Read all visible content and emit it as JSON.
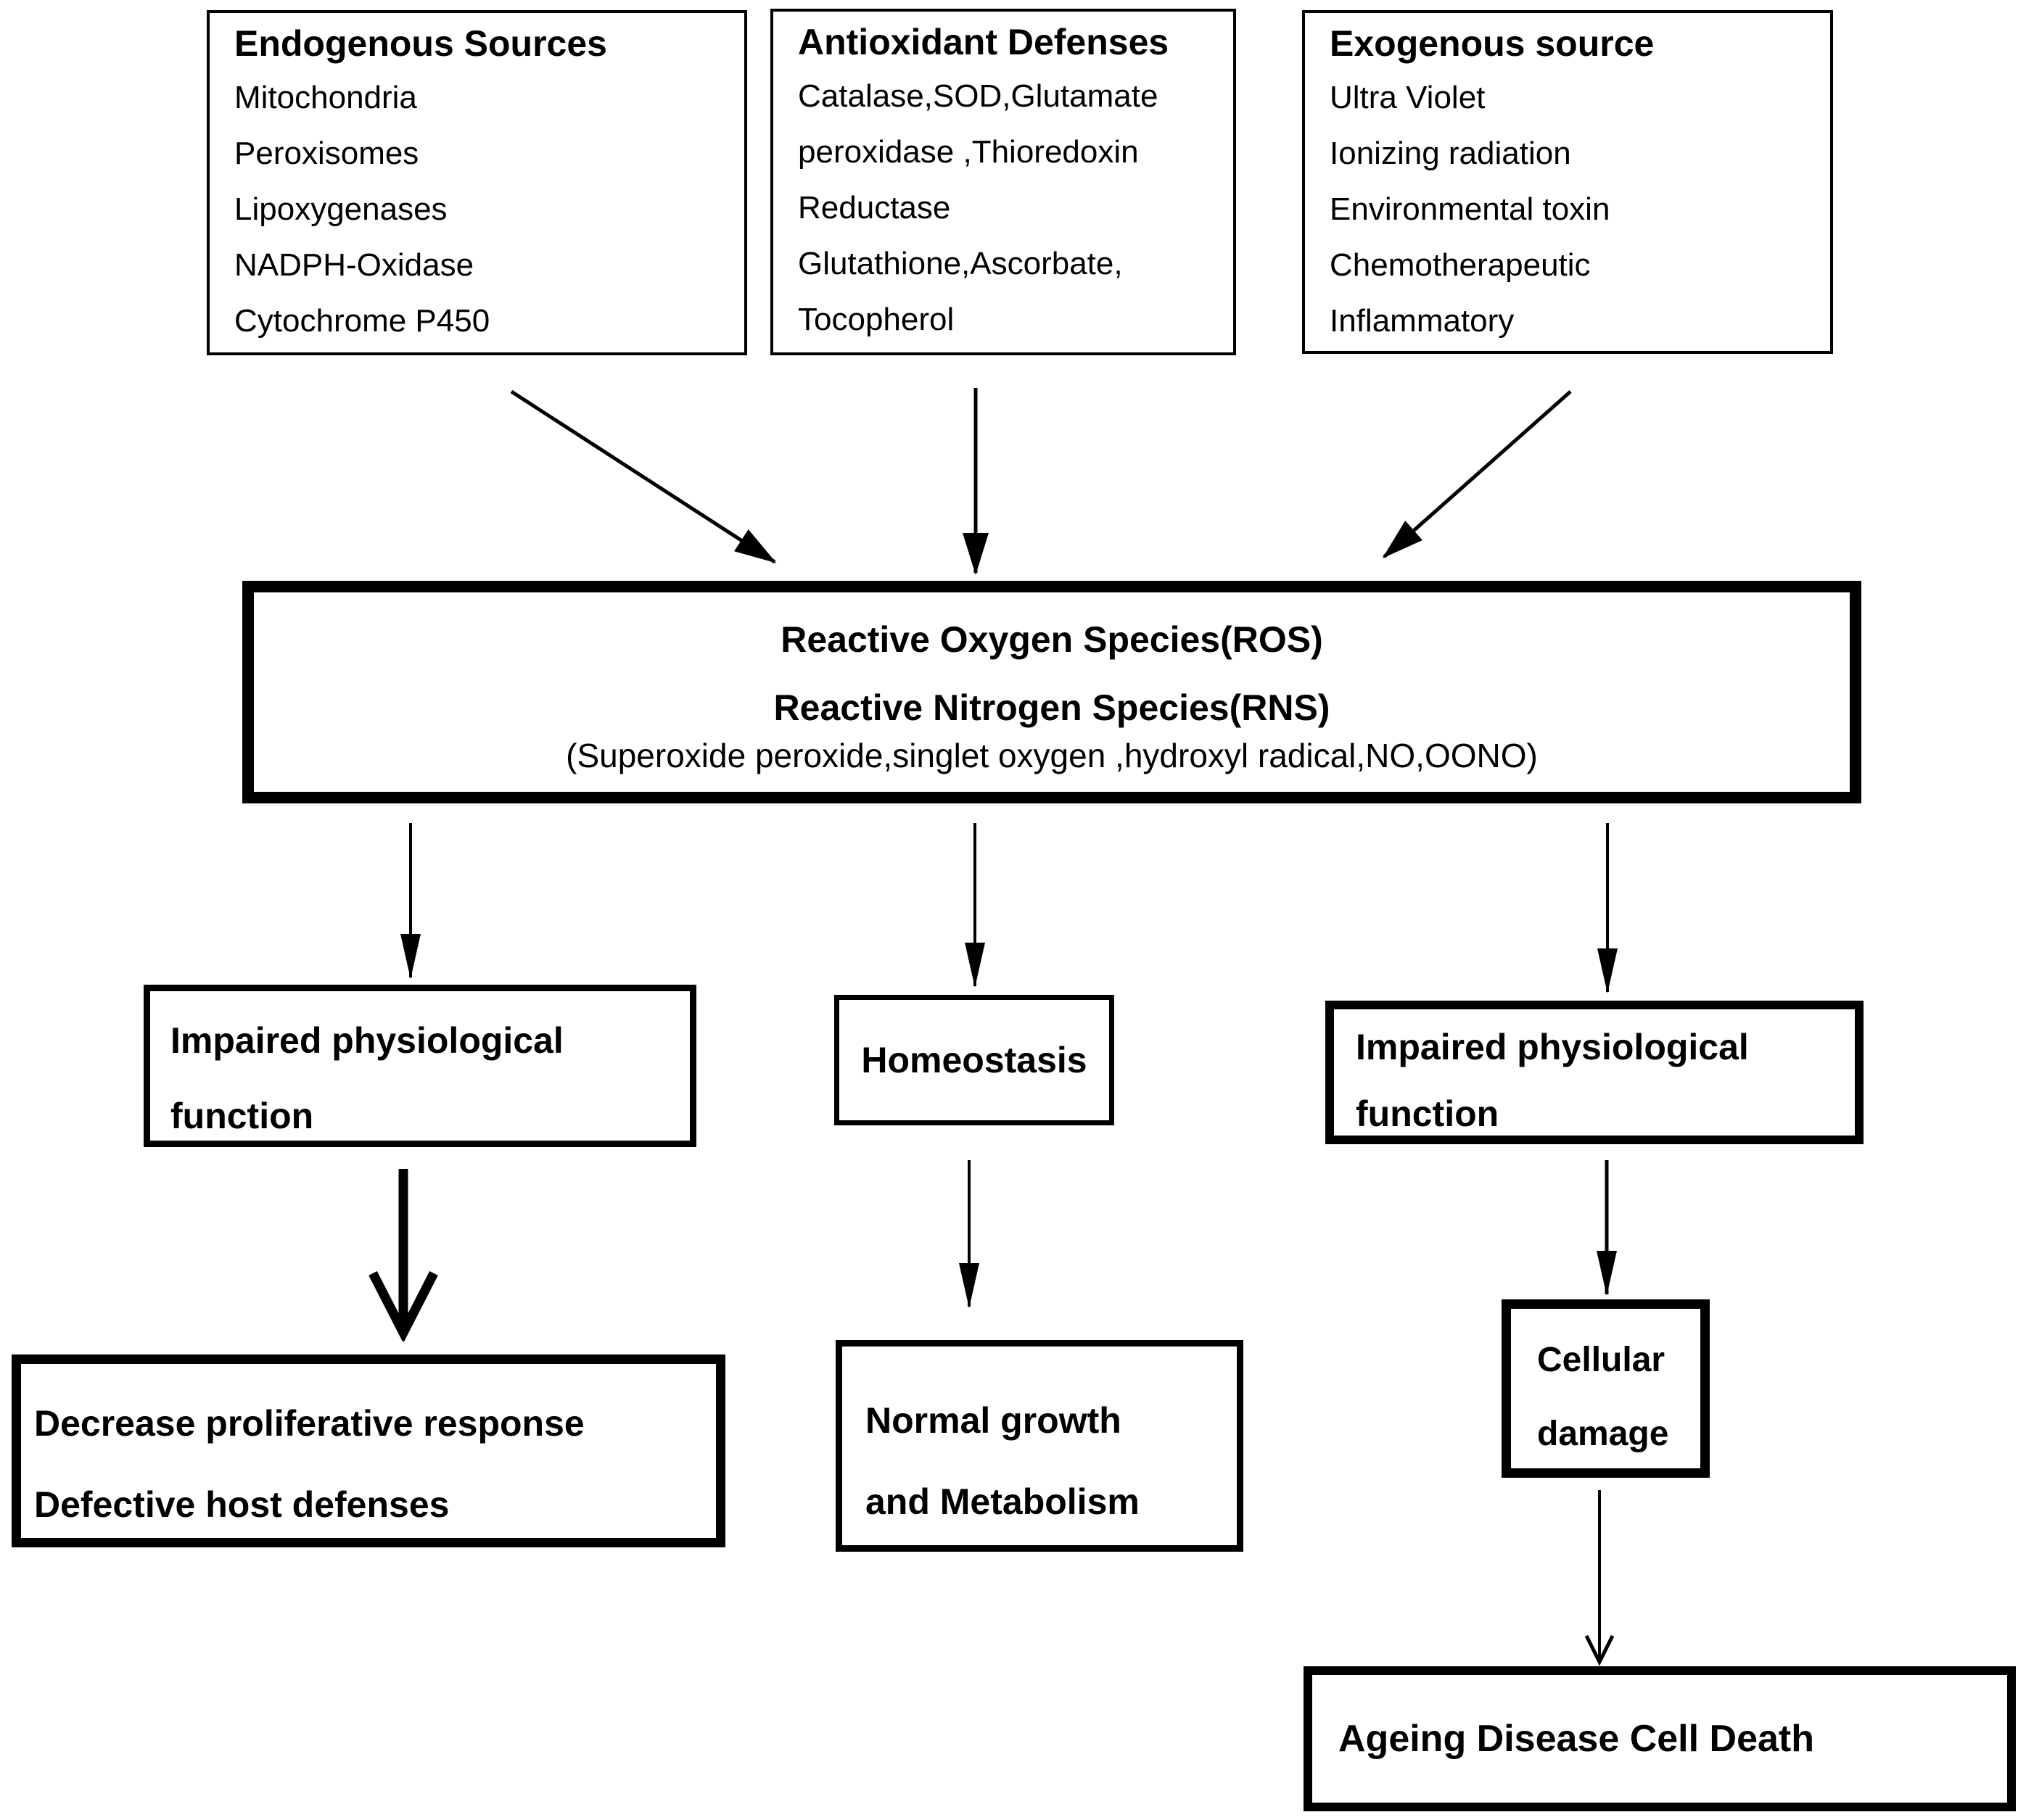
{
  "colors": {
    "ink": "#000000",
    "paper": "#ffffff"
  },
  "boxes": {
    "endogenous": {
      "title": "Endogenous Sources",
      "items": [
        "Mitochondria",
        "Peroxisomes",
        "Lipoxygenases",
        "NADPH-Oxidase",
        "Cytochrome P450"
      ]
    },
    "antioxidant": {
      "title": "Antioxidant Defenses",
      "items": [
        "Catalase,SOD,Glutamate",
        "peroxidase ,Thioredoxin",
        "Reductase",
        "Glutathione,Ascorbate,",
        "Tocopherol"
      ]
    },
    "exogenous": {
      "title": "Exogenous source",
      "items": [
        "Ultra Violet",
        "Ionizing radiation",
        "Environmental toxin",
        "Chemotherapeutic",
        "Inflammatory"
      ]
    },
    "ros_rns": {
      "lines": [
        "Reactive Oxygen Species(ROS)",
        "Reactive Nitrogen Species(RNS)",
        "(Superoxide peroxide,singlet oxygen ,hydroxyl radical,NO,OONO)"
      ]
    },
    "impaired_left": {
      "lines": [
        "Impaired physiological",
        "function"
      ]
    },
    "homeostasis": {
      "label": "Homeostasis"
    },
    "impaired_right": {
      "lines": [
        "Impaired physiological",
        "function"
      ]
    },
    "decrease": {
      "lines": [
        "Decrease proliferative response",
        "Defective host defenses"
      ]
    },
    "normal_growth": {
      "lines": [
        "Normal growth",
        "and Metabolism"
      ]
    },
    "cellular_damage": {
      "lines": [
        "Cellular",
        "damage"
      ]
    },
    "ageing": {
      "label": "Ageing Disease Cell Death"
    }
  }
}
